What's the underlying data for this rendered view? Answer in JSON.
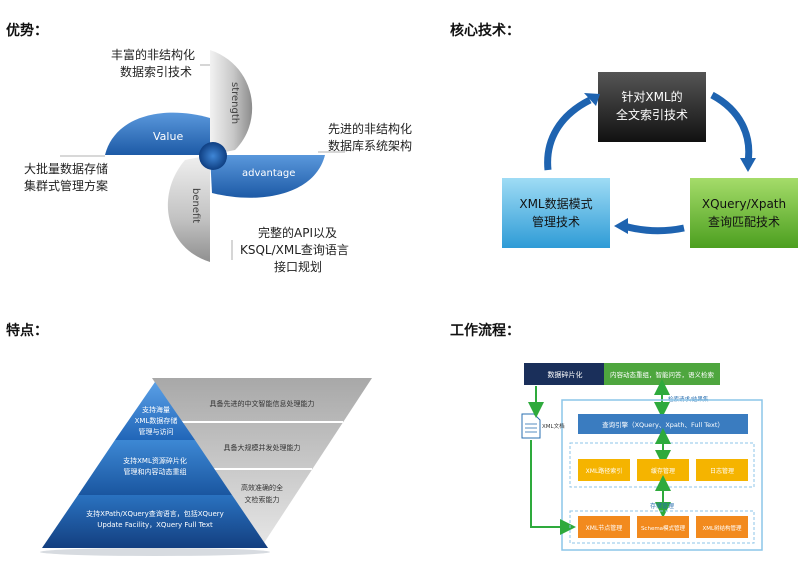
{
  "headings": {
    "advantages": "优势：",
    "core_tech": "核心技术：",
    "features": "特点：",
    "workflow": "工作流程："
  },
  "advantages": {
    "petal_labels": {
      "value": "Value",
      "strength": "strength",
      "advantage": "advantage",
      "benefit": "benefit"
    },
    "callouts": {
      "top": [
        "丰富的非结构化",
        "数据索引技术"
      ],
      "right": [
        "先进的非结构化",
        "数据库系统架构"
      ],
      "left": [
        "大批量数据存储",
        "集群式管理方案"
      ],
      "bottom": [
        "完整的API以及",
        "KSQL/XML查询语言",
        "接口规划"
      ]
    }
  },
  "core_tech": {
    "top_box": [
      "针对XML的",
      "全文索引技术"
    ],
    "right_box": [
      "XQuery/Xpath",
      "查询匹配技术"
    ],
    "left_box": [
      "XML数据模式",
      "管理技术"
    ]
  },
  "features": {
    "pyramid": [
      [
        "支持海量",
        "XML数据存储",
        "管理与访问"
      ],
      [
        "支持XML资源碎片化",
        "管理和内容动态重组"
      ],
      [
        "支持XPath/XQuery查询语言，包括XQuery",
        "Update Facility，XQuery Full Text"
      ]
    ],
    "inverted": [
      [
        "具备先进的中文智能信息处理能力"
      ],
      [
        "具备大规模并发处理能力"
      ],
      [
        "高效准确的全",
        "文检索能力"
      ]
    ]
  },
  "workflow": {
    "fragment": "数据碎片化",
    "content": "内容动态重组，智能问答，语义检索",
    "request_result": "检索请求/结果集",
    "xml_doc": "XML文档",
    "engine": "查询引擎（XQuery、Xpath、Full Text）",
    "modules_mid": [
      "XML路径索引",
      "缓存管理",
      "日志管理"
    ],
    "storage": "存储管理",
    "modules_bottom": [
      "XML节点管理",
      "Schema模式管理",
      "XML树结构管理"
    ]
  },
  "colors": {
    "blue": "#1f5fa8",
    "green": "#6bbf3a",
    "orange": "#f28a1e",
    "yellow": "#f5b400",
    "navy": "#1a2f5a"
  }
}
